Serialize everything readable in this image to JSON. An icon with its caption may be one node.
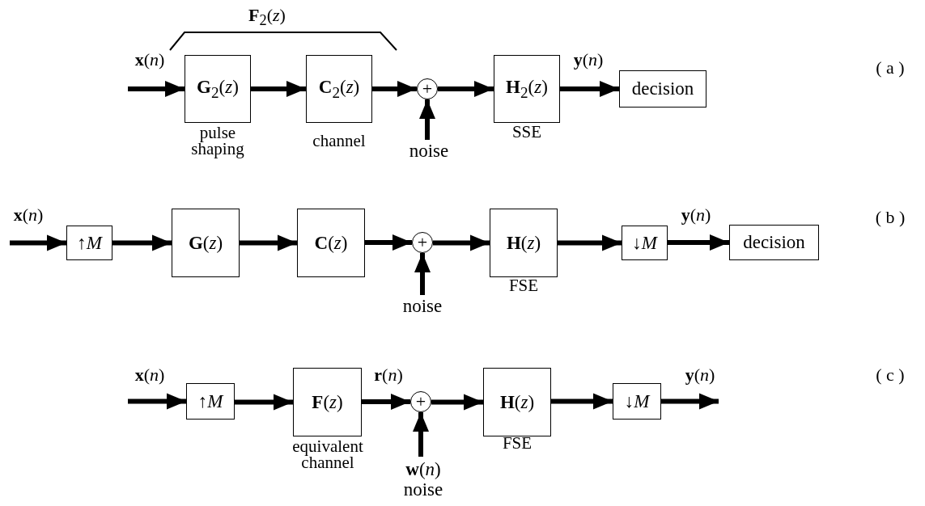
{
  "diagram": {
    "nodes": [
      {
        "text": [
          "**G**$_{2}$(*z*)"
        ],
        "beside": [
          "pulse shaping"
        ]
      },
      {
        "text": [
          "**C**$_{2}$(*z*)"
        ],
        "beside": [
          "channel"
        ]
      },
      {
        "text": [
          "+"
        ]
      },
      {
        "text": [
          "noise"
        ]
      },
      {
        "text": [
          "**H**$_{2}$(*z*)"
        ],
        "beside": [
          "SSE"
        ]
      },
      {
        "text": [
          "decision"
        ]
      },
      {
        "text": [
          "↑*M*"
        ]
      },
      {
        "text": [
          "**G**(*z*)"
        ]
      },
      {
        "text": [
          "**C**(*z*)"
        ]
      },
      {
        "text": [
          "+"
        ]
      },
      {
        "text": [
          "noise"
        ]
      },
      {
        "text": [
          "**H**(*z*)"
        ],
        "beside": [
          "FSE"
        ]
      },
      {
        "text": [
          "↓*M*"
        ]
      },
      {
        "text": [
          "decision"
        ]
      },
      {
        "text": [
          "↑*M*"
        ]
      },
      {
        "text": [
          "**F**(*z*)"
        ],
        "beside": [
          "equivalent channel"
        ]
      },
      {
        "text": [
          "+"
        ]
      },
      {
        "text": [
          "**w**(*n*)",
          "noise"
        ]
      },
      {
        "text": [
          "**H**(*z*)"
        ],
        "beside": [
          "FSE"
        ]
      },
      {
        "text": [
          "↓*M*"
        ]
      }
    ],
    "edges": [
      {
        "from": null,
        "to": 0,
        "arrow": "to",
        "label": "**x**(*n*)"
      },
      {
        "from": 0,
        "to": 1,
        "arrow": "to"
      },
      {
        "from": 1,
        "to": 2,
        "arrow": "to"
      },
      {
        "from": 3,
        "to": 2,
        "arrow": "to"
      },
      {
        "from": 2,
        "to": 4,
        "arrow": "to"
      },
      {
        "from": 4,
        "to": 5,
        "arrow": "to",
        "label": "**y**(*n*)"
      },
      {
        "from": null,
        "to": 6,
        "arrow": "to",
        "label": "**x**(*n*)"
      },
      {
        "from": 6,
        "to": 7,
        "arrow": "to"
      },
      {
        "from": 7,
        "to": 8,
        "arrow": "to"
      },
      {
        "from": 8,
        "to": 9,
        "arrow": "to"
      },
      {
        "from": 10,
        "to": 9,
        "arrow": "to"
      },
      {
        "from": 9,
        "to": 11,
        "arrow": "to"
      },
      {
        "from": 11,
        "to": 12,
        "arrow": "to"
      },
      {
        "from": 12,
        "to": 13,
        "arrow": "to",
        "label": "**y**(*n*)"
      },
      {
        "from": null,
        "to": 14,
        "arrow": "to",
        "label": "**x**(*n*)"
      },
      {
        "from": 14,
        "to": 15,
        "arrow": "to"
      },
      {
        "from": 15,
        "to": 16,
        "arrow": "to",
        "label": "**r**(*n*)"
      },
      {
        "from": 17,
        "to": 16,
        "arrow": "to"
      },
      {
        "from": 16,
        "to": 18,
        "arrow": "to"
      },
      {
        "from": 18,
        "to": 19,
        "arrow": "to"
      },
      {
        "from": 19,
        "to": null,
        "arrow": "to",
        "label": "**y**(*n*)"
      }
    ],
    "labels": [
      "**F**$_{2}$(*z*)",
      "( a )",
      "( b )",
      "( c )"
    ]
  }
}
